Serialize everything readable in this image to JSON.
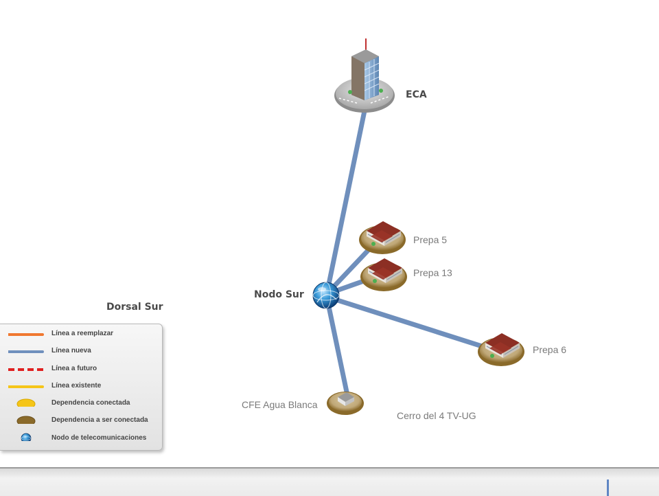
{
  "title": "Dorsal Sur",
  "colors": {
    "line_replace": "#f07830",
    "line_new": "#6f8fbc",
    "line_future": "#e02020",
    "line_existing": "#f5c518",
    "dep_connected": "#f5c518",
    "dep_to_connect": "#8a6a2a",
    "node": "#2b7fc4"
  },
  "nodes": {
    "eca": {
      "label": "ECA",
      "icon": "office-tower-icon"
    },
    "prepa5": {
      "label": "Prepa 5",
      "icon": "school-building-icon"
    },
    "prepa13": {
      "label": "Prepa 13",
      "icon": "school-building-icon"
    },
    "prepa6": {
      "label": "Prepa 6",
      "icon": "school-building-icon"
    },
    "nodo_sur": {
      "label": "Nodo Sur",
      "icon": "telecom-node-icon"
    },
    "cfe": {
      "label": "CFE Agua Blanca",
      "icon": "small-building-icon"
    },
    "cerro": {
      "label": "Cerro del 4 TV-UG"
    }
  },
  "legend": {
    "items": [
      {
        "label": "Línea a reemplazar",
        "symbol": "solid-line",
        "color": "#f07830"
      },
      {
        "label": "Línea nueva",
        "symbol": "solid-line",
        "color": "#6f8fbc"
      },
      {
        "label": "Línea a futuro",
        "symbol": "dashed-line",
        "color": "#e02020"
      },
      {
        "label": "Línea existente",
        "symbol": "solid-line",
        "color": "#f5c518"
      },
      {
        "label": "Dependencia conectada",
        "symbol": "ellipse",
        "color": "#f5c518"
      },
      {
        "label": "Dependencia a ser conectada",
        "symbol": "ellipse",
        "color": "#8a6a2a"
      },
      {
        "label": "Nodo de telecomunicaciones",
        "symbol": "node",
        "color": "#2b7fc4"
      }
    ]
  }
}
